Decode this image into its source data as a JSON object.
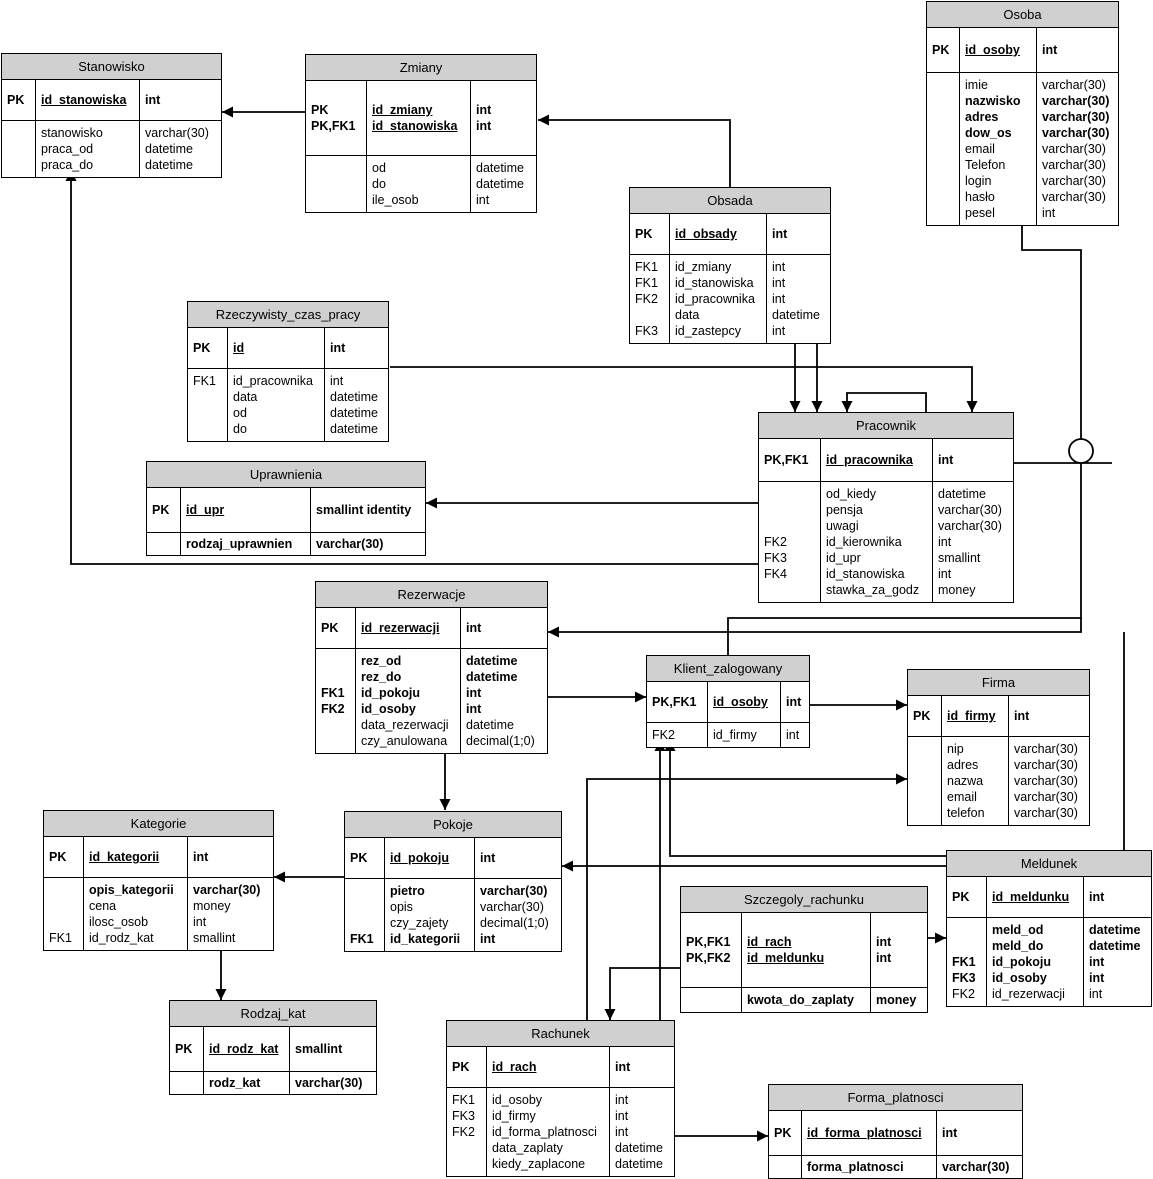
{
  "entities": {
    "stanowisko": {
      "title": "Stanowisko",
      "pk": [
        [
          "PK",
          "id_stanowiska",
          "int"
        ]
      ],
      "attrs": [
        [
          "",
          "stanowisko",
          "varchar(30)",
          false
        ],
        [
          "",
          "praca_od",
          "datetime",
          false
        ],
        [
          "",
          "praca_do",
          "datetime",
          false
        ]
      ]
    },
    "zmiany": {
      "title": "Zmiany",
      "pk": [
        [
          "PK",
          "id_zmiany",
          "int"
        ],
        [
          "PK,FK1",
          "id_stanowiska",
          "int"
        ]
      ],
      "attrs": [
        [
          "",
          "od",
          "datetime",
          false
        ],
        [
          "",
          "do",
          "datetime",
          false
        ],
        [
          "",
          "ile_osob",
          "int",
          false
        ]
      ]
    },
    "osoba": {
      "title": "Osoba",
      "pk": [
        [
          "PK",
          "id_osoby",
          "int"
        ]
      ],
      "attrs": [
        [
          "",
          "imie",
          "varchar(30)",
          false
        ],
        [
          "",
          "nazwisko",
          "varchar(30)",
          true
        ],
        [
          "",
          "adres",
          "varchar(30)",
          true
        ],
        [
          "",
          "dow_os",
          "varchar(30)",
          true
        ],
        [
          "",
          "email",
          "varchar(30)",
          false
        ],
        [
          "",
          "Telefon",
          "varchar(30)",
          false
        ],
        [
          "",
          "login",
          "varchar(30)",
          false
        ],
        [
          "",
          "hasło",
          "varchar(30)",
          false
        ],
        [
          "",
          "pesel",
          "int",
          false
        ]
      ]
    },
    "obsada": {
      "title": "Obsada",
      "pk": [
        [
          "PK",
          "id_obsady",
          "int"
        ]
      ],
      "attrs": [
        [
          "FK1",
          "id_zmiany",
          "int",
          false
        ],
        [
          "FK1",
          "id_stanowiska",
          "int",
          false
        ],
        [
          "FK2",
          "id_pracownika",
          "int",
          false
        ],
        [
          "",
          "data",
          "datetime",
          false
        ],
        [
          "FK3",
          "id_zastepcy",
          "int",
          false
        ]
      ]
    },
    "rzeczywisty": {
      "title": "Rzeczywisty_czas_pracy",
      "pk": [
        [
          "PK",
          "id",
          "int"
        ]
      ],
      "attrs": [
        [
          "FK1",
          "id_pracownika",
          "int",
          false
        ],
        [
          "",
          "data",
          "datetime",
          false
        ],
        [
          "",
          "od",
          "datetime",
          false
        ],
        [
          "",
          "do",
          "datetime",
          false
        ]
      ]
    },
    "pracownik": {
      "title": "Pracownik",
      "pk": [
        [
          "PK,FK1",
          "id_pracownika",
          "int"
        ]
      ],
      "attrs": [
        [
          "",
          "od_kiedy",
          "datetime",
          false
        ],
        [
          "",
          "pensja",
          "varchar(30)",
          false
        ],
        [
          "",
          "uwagi",
          "varchar(30)",
          false
        ],
        [
          "FK2",
          "id_kierownika",
          "int",
          false
        ],
        [
          "FK3",
          "id_upr",
          "smallint",
          false
        ],
        [
          "FK4",
          "id_stanowiska",
          "int",
          false
        ],
        [
          "",
          "stawka_za_godz",
          "money",
          false
        ]
      ]
    },
    "uprawnienia": {
      "title": "Uprawnienia",
      "pk": [
        [
          "PK",
          "id_upr",
          "smallint identity"
        ]
      ],
      "attrs": [
        [
          "",
          "rodzaj_uprawnien",
          "varchar(30)",
          true
        ]
      ]
    },
    "rezerwacje": {
      "title": "Rezerwacje",
      "pk": [
        [
          "PK",
          "id_rezerwacji",
          "int"
        ]
      ],
      "attrs": [
        [
          "",
          "rez_od",
          "datetime",
          true
        ],
        [
          "",
          "rez_do",
          "datetime",
          true
        ],
        [
          "FK1",
          "id_pokoju",
          "int",
          true
        ],
        [
          "FK2",
          "id_osoby",
          "int",
          true
        ],
        [
          "",
          "data_rezerwacji",
          "datetime",
          false
        ],
        [
          "",
          "czy_anulowana",
          "decimal(1;0)",
          false
        ]
      ]
    },
    "klient": {
      "title": "Klient_zalogowany",
      "pk": [
        [
          "PK,FK1",
          "id_osoby",
          "int"
        ]
      ],
      "attrs": [
        [
          "FK2",
          "id_firmy",
          "int",
          false
        ]
      ]
    },
    "firma": {
      "title": "Firma",
      "pk": [
        [
          "PK",
          "id_firmy",
          "int"
        ]
      ],
      "attrs": [
        [
          "",
          "nip",
          "varchar(30)",
          false
        ],
        [
          "",
          "adres",
          "varchar(30)",
          false
        ],
        [
          "",
          "nazwa",
          "varchar(30)",
          false
        ],
        [
          "",
          "email",
          "varchar(30)",
          false
        ],
        [
          "",
          "telefon",
          "varchar(30)",
          false
        ]
      ]
    },
    "kategorie": {
      "title": "Kategorie",
      "pk": [
        [
          "PK",
          "id_kategorii",
          "int"
        ]
      ],
      "attrs": [
        [
          "",
          "opis_kategorii",
          "varchar(30)",
          true
        ],
        [
          "",
          "cena",
          "money",
          false
        ],
        [
          "",
          "ilosc_osob",
          "int",
          false
        ],
        [
          "FK1",
          "id_rodz_kat",
          "smallint",
          false
        ]
      ]
    },
    "pokoje": {
      "title": "Pokoje",
      "pk": [
        [
          "PK",
          "id_pokoju",
          "int"
        ]
      ],
      "attrs": [
        [
          "",
          "pietro",
          "varchar(30)",
          true
        ],
        [
          "",
          "opis",
          "varchar(30)",
          false
        ],
        [
          "",
          "czy_zajety",
          "decimal(1;0)",
          false
        ],
        [
          "FK1",
          "id_kategorii",
          "int",
          true
        ]
      ]
    },
    "meldunek": {
      "title": "Meldunek",
      "pk": [
        [
          "PK",
          "id_meldunku",
          "int"
        ]
      ],
      "attrs": [
        [
          "",
          "meld_od",
          "datetime",
          true
        ],
        [
          "",
          "meld_do",
          "datetime",
          true
        ],
        [
          "FK1",
          "id_pokoju",
          "int",
          true
        ],
        [
          "FK3",
          "id_osoby",
          "int",
          true
        ],
        [
          "FK2",
          "id_rezerwacji",
          "int",
          false
        ]
      ]
    },
    "szczegoly": {
      "title": "Szczegoly_rachunku",
      "pk": [
        [
          "PK,FK1",
          "id_rach",
          "int"
        ],
        [
          "PK,FK2",
          "id_meldunku",
          "int"
        ]
      ],
      "attrs": [
        [
          "",
          "kwota_do_zaplaty",
          "money",
          true
        ]
      ]
    },
    "rodzaj": {
      "title": "Rodzaj_kat",
      "pk": [
        [
          "PK",
          "id_rodz_kat",
          "smallint"
        ]
      ],
      "attrs": [
        [
          "",
          "rodz_kat",
          "varchar(30)",
          true
        ]
      ]
    },
    "rachunek": {
      "title": "Rachunek",
      "pk": [
        [
          "PK",
          "id_rach",
          "int"
        ]
      ],
      "attrs": [
        [
          "FK1",
          "id_osoby",
          "int",
          false
        ],
        [
          "FK3",
          "id_firmy",
          "int",
          false
        ],
        [
          "FK2",
          "id_forma_platnosci",
          "int",
          false
        ],
        [
          "",
          "data_zaplaty",
          "datetime",
          false
        ],
        [
          "",
          "kiedy_zaplacone",
          "datetime",
          false
        ]
      ]
    },
    "forma": {
      "title": "Forma_platnosci",
      "pk": [
        [
          "PK",
          "id_forma_platnosci",
          "int"
        ]
      ],
      "attrs": [
        [
          "",
          "forma_platnosci",
          "varchar(30)",
          true
        ]
      ]
    }
  }
}
